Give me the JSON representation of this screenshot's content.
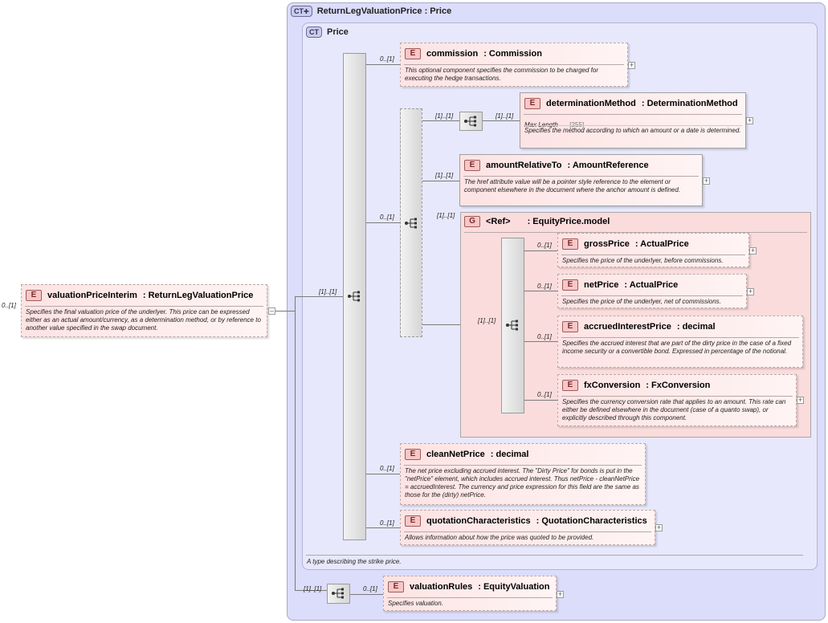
{
  "outer_type": {
    "badge": "CT",
    "title": "ReturnLegValuationPrice : Price"
  },
  "inner_type": {
    "badge": "CT",
    "title": "Price",
    "doc": "A type describing the strike price."
  },
  "root": {
    "card": "0..[1]",
    "name": "valuationPriceInterim",
    "type": ": ReturnLegValuationPrice",
    "doc": "Specifies the final valuation price of the underlyer. This price can be expressed either as an actual amount/currency, as a determination method, or by reference to another value specified in the swap document."
  },
  "main_sequence": {
    "card": "[1]..[1]"
  },
  "elements": {
    "commission": {
      "card": "0..[1]",
      "name": "commission",
      "type": ": Commission",
      "doc": "This optional component specifies the commission to be charged for executing the hedge transactions."
    },
    "determinationMethod": {
      "card": "[1]..[1]",
      "name": "determinationMethod",
      "type": ": DeterminationMethod",
      "maxlen_label": "Max Length",
      "maxlen_value": "[255]",
      "doc": "Specifies the method according to which an amount or a date is determined."
    },
    "amountRelativeTo": {
      "card": "[1]..[1]",
      "name": "amountRelativeTo",
      "type": ": AmountReference",
      "doc": "The href attribute value will be a pointer style reference to the element or component elsewhere in the document where the anchor amount is defined."
    },
    "grossPrice": {
      "card": "0..[1]",
      "name": "grossPrice",
      "type": ": ActualPrice",
      "doc": "Specifies the price of the underlyer, before commissions."
    },
    "netPrice": {
      "card": "0..[1]",
      "name": "netPrice",
      "type": ": ActualPrice",
      "doc": "Specifies the price of the underlyer, net of commissions."
    },
    "accruedInterestPrice": {
      "card": "0..[1]",
      "name": "accruedInterestPrice",
      "type": ": decimal",
      "doc": "Specifies the accrued interest that are part of the dirty price in the case of a fixed income security or a convertible bond. Expressed in percentage of the notional."
    },
    "fxConversion": {
      "card": "0..[1]",
      "name": "fxConversion",
      "type": ": FxConversion",
      "doc": "Specifies the currency conversion rate that applies to an amount. This rate can either be defined elsewhere in the document (case of a quanto swap), or explicitly described through this component."
    },
    "cleanNetPrice": {
      "card": "0..[1]",
      "name": "cleanNetPrice",
      "type": ": decimal",
      "doc": "The net price excluding accrued interest. The \"Dirty Price\" for bonds is put in the \"netPrice\" element, which includes accrued interest. Thus netPrice - cleanNetPrice = accruedInterest. The currency and price expression for this field are the same as those for the (dirty) netPrice."
    },
    "quotationCharacteristics": {
      "card": "0..[1]",
      "name": "quotationCharacteristics",
      "type": ": QuotationCharacteristics",
      "doc": "Allows information about how the price was quoted to be provided."
    },
    "valuationRules": {
      "card": "0..[1]",
      "name": "valuationRules",
      "type": ": EquityValuation",
      "doc": "Specifies valuation."
    }
  },
  "choice": {
    "card": "0..[1]"
  },
  "inner_seq_card": "[1]..[1]",
  "inner_seq2_card": "[1]..[1]",
  "group": {
    "card": "[1]..[1]",
    "badge": "G",
    "ref": "<Ref>",
    "name": ": EquityPrice.model"
  },
  "group_sequence": {
    "card": "[1]..[1]"
  },
  "bottom_sequence": {
    "card": "[1]..[1]"
  },
  "badges": {
    "element": "E"
  },
  "colors": {
    "type_bg": "#dcdcfb",
    "element_bg": "#fde3e3",
    "group_bg": "#fbdcdc"
  },
  "icons": {
    "sequence": "sequence-icon",
    "expand": "plus-icon",
    "collapse": "minus-icon"
  }
}
